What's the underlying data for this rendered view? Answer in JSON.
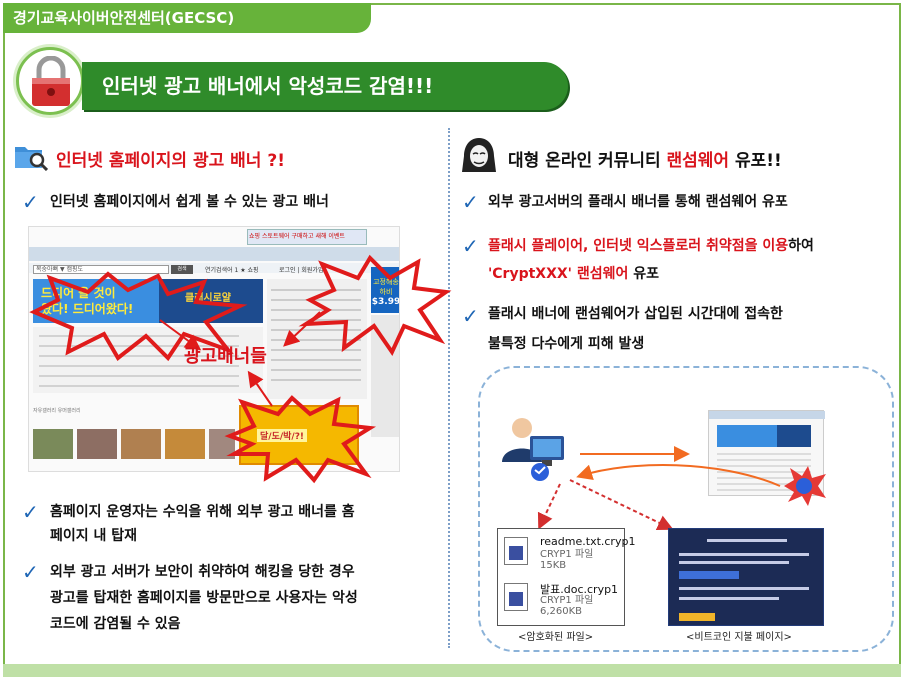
{
  "org_header": "경기교육사이버안전센터(GECSC)",
  "title": "인터넷 광고 배너에서 악성코드 감염!!!",
  "left": {
    "heading": "인터넷 홈페이지의 광고 배너 ?!",
    "bullet1": "인터넷 홈페이지에서 쉽게 볼 수 있는 광고 배너",
    "ad_label": "광고배너들",
    "screenshot": {
      "search_placeholder": "복숭아뼈 ▼ 캠핑도",
      "search_button": "검색",
      "msg_label": "연기검색어 1 ★ 쇼핑",
      "login_label": "로그인 | 회원가입",
      "ad_blue_line1": "드디어 올 것이",
      "ad_blue_line2": "왔다! 드디어왔다!",
      "ad_game_text": "클래시로얄",
      "ad_side_line1": "고정해송하비",
      "ad_side_line2": "$3.99",
      "top_ad_text": "쇼핑 스토트웨어 구매하고 새해 이벤트",
      "bottom_tab": "자유갤러리      유머갤러리",
      "yellow_ad_text": "달/도/박/?!"
    },
    "bullet2_line1": "홈페이지 운영자는 수익을 위해 외부 광고 배너를 홈",
    "bullet2_line2": "페이지 내 탑재",
    "bullet3_line1": "외부 광고 서버가 보안이 취약하여 해킹을 당한 경우",
    "bullet3_line2": "광고를 탑재한 홈페이지를 방문만으로 사용자는 악성",
    "bullet3_line3": "코드에 감염될 수 있음"
  },
  "right": {
    "heading_black1": "대형 온라인 커뮤니티 ",
    "heading_red": "랜섬웨어",
    "heading_black2": " 유포!!",
    "bullet1": "외부 광고서버의 플래시 배너를 통해 랜섬웨어 유포",
    "bullet2_red": "플래시 플레이어, 인터넷 익스플로러 취약점을 이용",
    "bullet2_black": "하여",
    "bullet2_line2_red": "'CryptXXX' 랜섬웨어",
    "bullet2_line2_black": " 유포",
    "bullet3_line1": "플래시 배너에 랜섬웨어가 삽입된 시간대에 접속한",
    "bullet3_line2": "불특정 다수에게 피해 발생",
    "files": [
      {
        "name": "readme.txt.cryp1",
        "type": "CRYP1 파일",
        "size": "15KB"
      },
      {
        "name": "발표.doc.cryp1",
        "type": "CRYP1 파일",
        "size": "6,260KB"
      }
    ],
    "caption_files": "<암호화된 파일>",
    "caption_bitcoin": "<비트코인 지불 페이지>"
  },
  "colors": {
    "header_green": "#67b33a",
    "title_green": "#2f8b2a",
    "accent_red": "#d9141c",
    "check_blue": "#1f66b5"
  }
}
